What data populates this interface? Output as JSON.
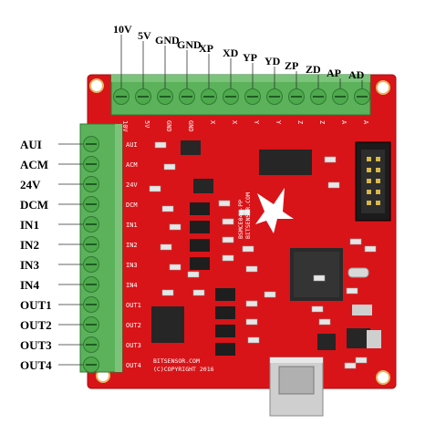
{
  "top_labels": [
    "10V",
    "5V",
    "GND",
    "GND",
    "XP",
    "XD",
    "YP",
    "YD",
    "ZP",
    "ZD",
    "AP",
    "AD"
  ],
  "left_labels": [
    "AUI",
    "ACM",
    "24V",
    "DCM",
    "IN1",
    "IN2",
    "IN3",
    "IN4",
    "OUT1",
    "OUT2",
    "OUT3",
    "OUT4"
  ],
  "pcb_top_silk": [
    "10V",
    "5V",
    "GND",
    "GND",
    "X",
    "X",
    "Y",
    "Y",
    "Z",
    "Z",
    "A",
    "A"
  ],
  "pcb_left_silk": [
    "AUI",
    "ACM",
    "24V",
    "DCM",
    "IN1",
    "IN2",
    "IN3",
    "IN4",
    "OUT1",
    "OUT2",
    "OUT3",
    "OUT4"
  ],
  "pcb_model": "BSMCE04U-PP",
  "pcb_brand": "BITSENSOR.COM",
  "pcb_footer": [
    "BITSENSOR.COM",
    "(C)COPYRIGHT 2016"
  ],
  "colors": {
    "pcb": "#d81418",
    "terminal": "#5bb25a",
    "terminal_dark": "#2f7a33",
    "copper": "#e4a21c"
  }
}
